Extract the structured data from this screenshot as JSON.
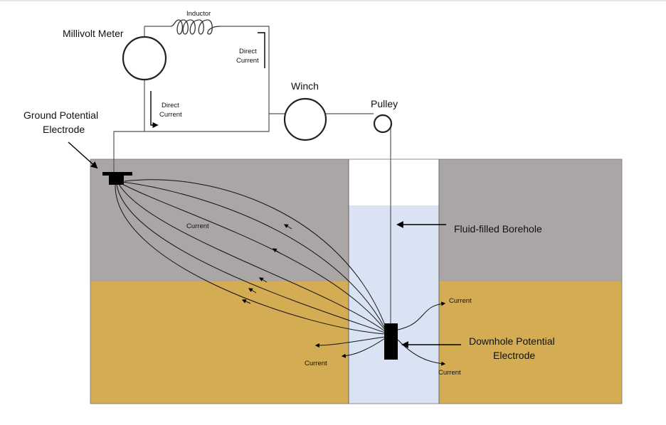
{
  "labels": {
    "inductor": "Inductor",
    "millivolt_meter": "Millivolt Meter",
    "direct_current_top_1": "Direct",
    "direct_current_top_2": "Current",
    "direct_current_left_1": "Direct",
    "direct_current_left_2": "Current",
    "winch": "Winch",
    "pulley": "Pulley",
    "ground_electrode_1": "Ground Potential",
    "ground_electrode_2": "Electrode",
    "borehole": "Fluid-filled Borehole",
    "downhole_electrode_1": "Downhole Potential",
    "downhole_electrode_2": "Electrode",
    "current_upper": "Current",
    "current_lower_left": "Current",
    "current_right_upper": "Current",
    "current_right_lower": "Current"
  },
  "colors": {
    "upper_layer": "#aba6a6",
    "lower_layer": "#d3ac54",
    "borehole_fluid": "#dae3f3",
    "electrode": "#000000",
    "wire": "#555555"
  }
}
